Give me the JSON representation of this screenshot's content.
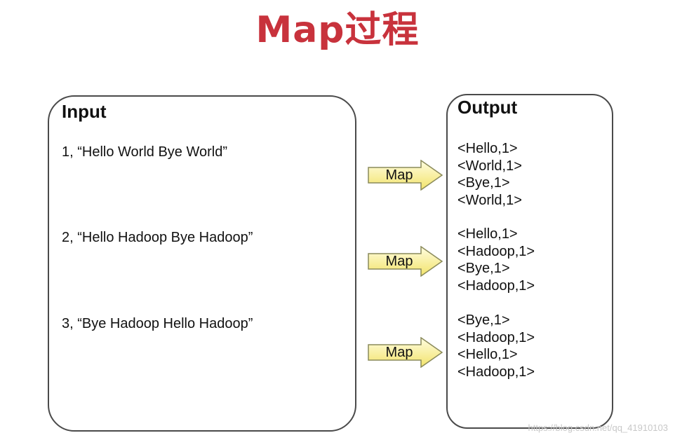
{
  "title": "Map过程",
  "input": {
    "heading": "Input",
    "lines": [
      "1, “Hello World Bye World”",
      "2, “Hello Hadoop Bye Hadoop”",
      "3, “Bye Hadoop Hello Hadoop”"
    ]
  },
  "arrows": [
    {
      "label": "Map"
    },
    {
      "label": "Map"
    },
    {
      "label": "Map"
    }
  ],
  "output": {
    "heading": "Output",
    "groups": [
      [
        "<Hello,1>",
        "<World,1>",
        "<Bye,1>",
        "<World,1>"
      ],
      [
        "<Hello,1>",
        "<Hadoop,1>",
        "<Bye,1>",
        "<Hadoop,1>"
      ],
      [
        "<Bye,1>",
        "<Hadoop,1>",
        "<Hello,1>",
        "<Hadoop,1>"
      ]
    ]
  },
  "colors": {
    "title": "#c8323c",
    "arrow_fill_top": "#fffde0",
    "arrow_fill_bottom": "#f2e36a",
    "arrow_stroke": "#8a8a5a"
  },
  "watermark": "https://blog.csdn.net/qq_41910103"
}
